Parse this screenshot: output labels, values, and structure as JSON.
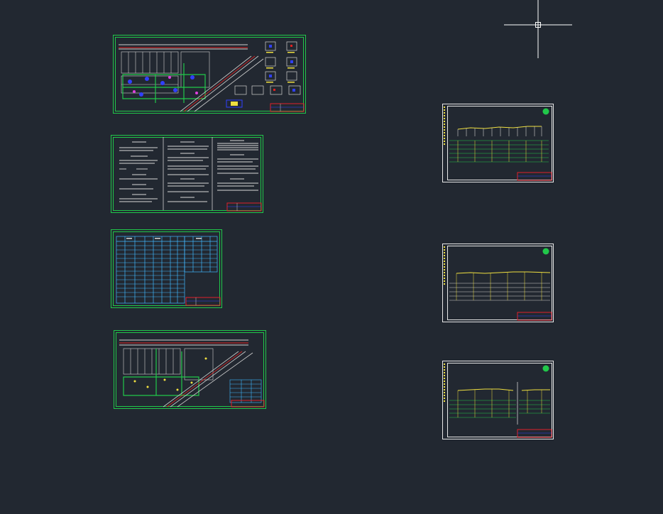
{
  "app": {
    "view": "model-space"
  },
  "colors": {
    "background": "#222831",
    "sheet_border_green": "#21c84a",
    "sheet_border_white": "#e8e8e8",
    "title_block_red": "#e0202a",
    "line_yellow": "#f0e040",
    "line_cyan": "#40b8ff",
    "line_white": "#d0d0d0",
    "line_magenta": "#e040e0",
    "line_blue": "#3040ff"
  },
  "sheets": [
    {
      "name": "site-plan-with-details",
      "kind": "plan"
    },
    {
      "name": "design-notes",
      "kind": "notes"
    },
    {
      "name": "schedule-table",
      "kind": "table"
    },
    {
      "name": "site-plan",
      "kind": "plan"
    },
    {
      "name": "profile-1",
      "kind": "profile"
    },
    {
      "name": "profile-2",
      "kind": "profile"
    },
    {
      "name": "profile-3",
      "kind": "profile"
    }
  ],
  "cursor": {
    "type": "crosshair"
  }
}
